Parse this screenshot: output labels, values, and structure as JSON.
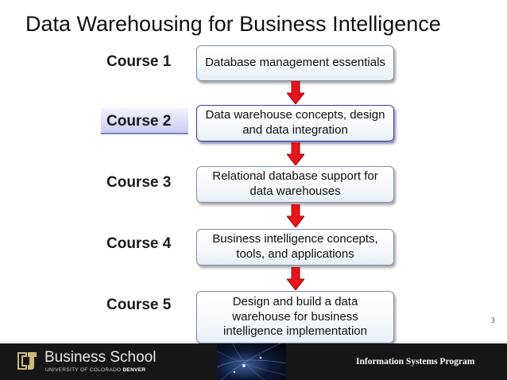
{
  "title": "Data Warehousing for Business Intelligence",
  "courses": [
    {
      "label": "Course 1",
      "description": "Database management essentials",
      "highlighted": false
    },
    {
      "label": "Course 2",
      "description": "Data warehouse concepts, design and data integration",
      "highlighted": true
    },
    {
      "label": "Course 3",
      "description": "Relational database support for data warehouses",
      "highlighted": false
    },
    {
      "label": "Course 4",
      "description": "Business intelligence concepts, tools, and applications",
      "highlighted": false
    },
    {
      "label": "Course 5",
      "description": "Design and build a data warehouse for business intelligence implementation",
      "highlighted": false
    }
  ],
  "page_number": "3",
  "footer": {
    "brand": "Business School",
    "sub_brand_prefix": "UNIVERSITY OF COLORADO",
    "sub_brand_bold": "DENVER",
    "program": "Information Systems Program"
  },
  "colors": {
    "arrow": "#e8131b",
    "footer_bg": "#161616",
    "highlight": "#c9ccf2"
  }
}
